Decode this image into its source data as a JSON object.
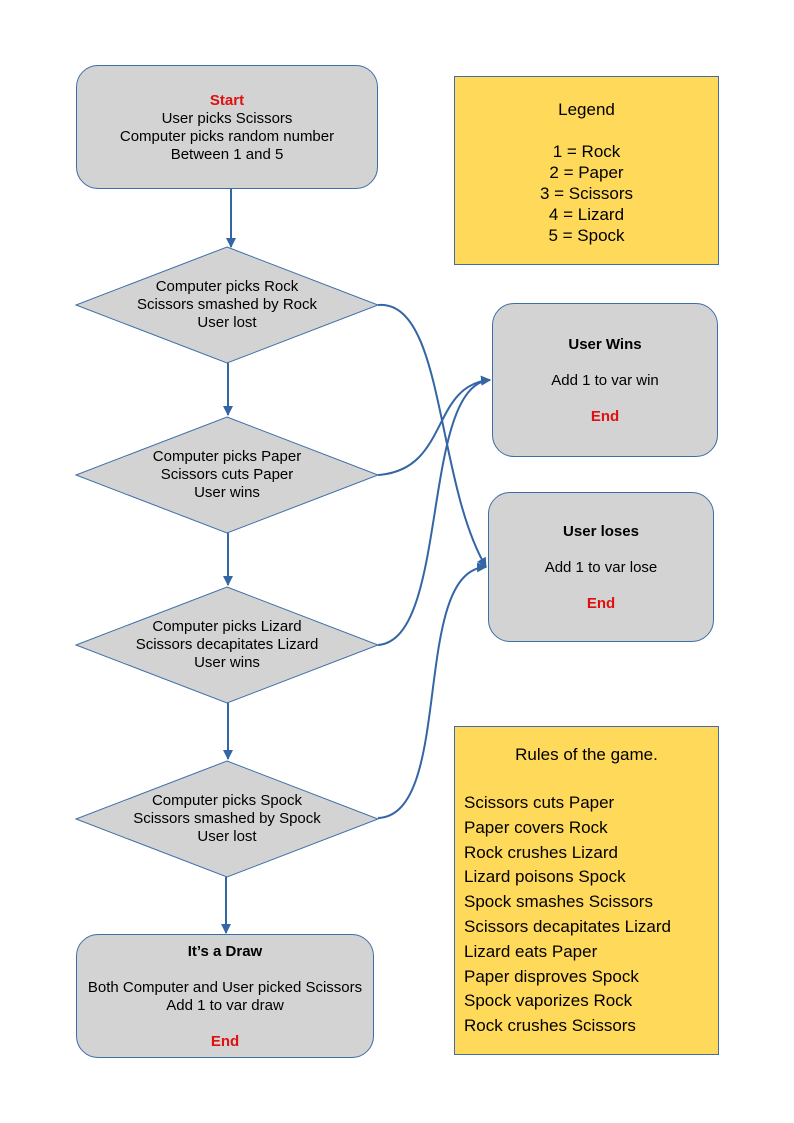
{
  "start": {
    "label": "Start",
    "lines": [
      "User picks Scissors",
      "Computer picks random number",
      "Between 1 and 5"
    ]
  },
  "decisions": [
    {
      "lines": [
        "Computer picks Rock",
        "Scissors smashed by Rock",
        "User lost"
      ]
    },
    {
      "lines": [
        "Computer picks Paper",
        "Scissors cuts Paper",
        "User wins"
      ]
    },
    {
      "lines": [
        "Computer picks Lizard",
        "Scissors decapitates Lizard",
        "User wins"
      ]
    },
    {
      "lines": [
        "Computer picks Spock",
        "Scissors smashed by Spock",
        "User lost"
      ]
    }
  ],
  "draw": {
    "title": "It’s a Draw",
    "lines": [
      "Both Computer and User picked Scissors",
      "Add 1 to var draw"
    ],
    "end": "End"
  },
  "user_wins": {
    "title": "User Wins",
    "action": "Add 1 to var win",
    "end": "End"
  },
  "user_loses": {
    "title": "User loses",
    "action": "Add 1 to var lose",
    "end": "End"
  },
  "legend": {
    "title": "Legend",
    "items": [
      "1 = Rock",
      "2 = Paper",
      "3 = Scissors",
      "4 = Lizard",
      "5 = Spock"
    ]
  },
  "rules": {
    "title": "Rules of the game.",
    "items": [
      "Scissors cuts Paper",
      "Paper covers Rock",
      "Rock crushes Lizard",
      "Lizard poisons Spock",
      "Spock smashes Scissors",
      "Scissors decapitates Lizard",
      "Lizard eats Paper",
      "Paper disproves Spock",
      "Spock vaporizes Rock",
      "Rock crushes Scissors"
    ]
  },
  "colors": {
    "node_fill": "#d3d3d3",
    "node_border": "#3e6ea8",
    "connector": "#3465a4",
    "note_fill": "#ffd95a",
    "end_text": "#e01010"
  }
}
